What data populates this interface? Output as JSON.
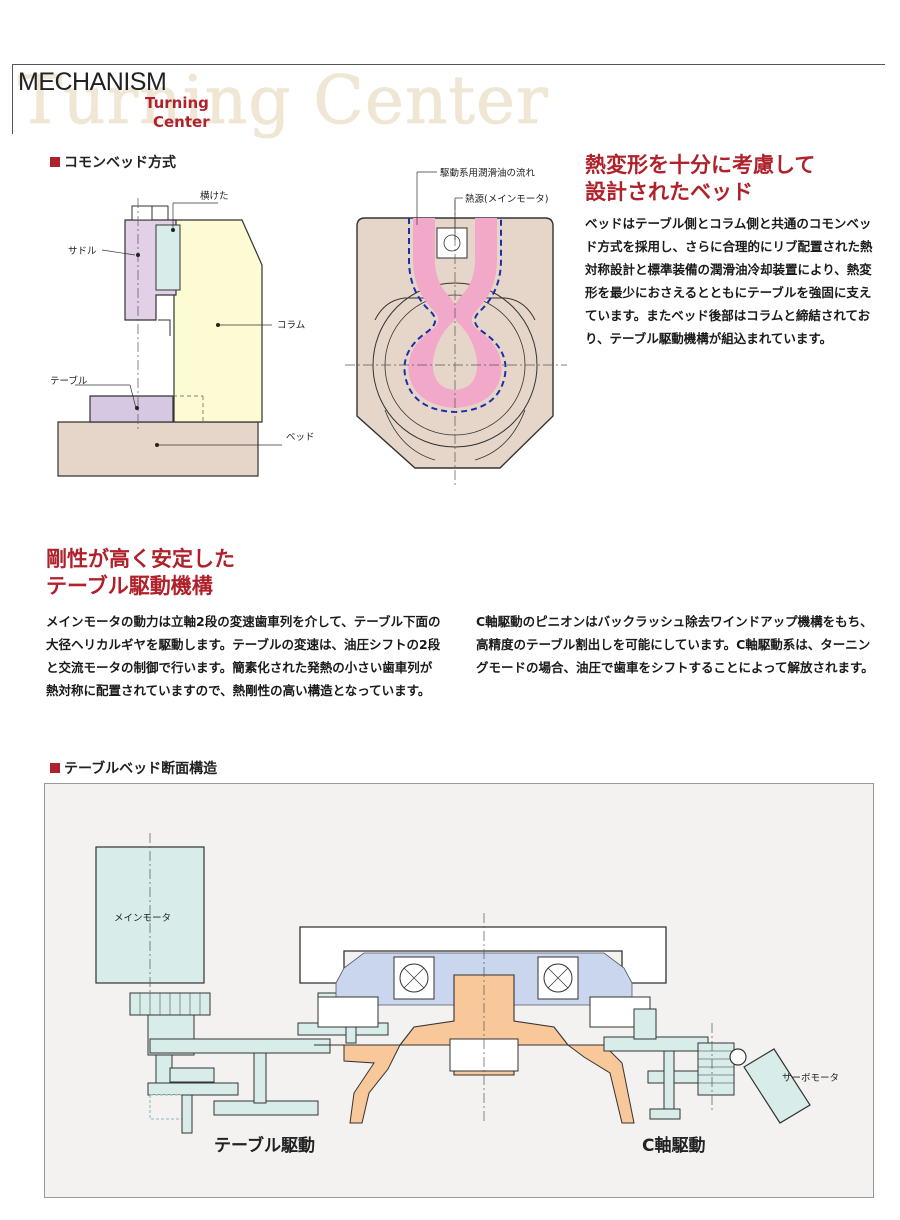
{
  "header": {
    "ghost_title": "Turning Center",
    "mechanism": "MECHANISM",
    "turning": "Turning",
    "center": "Center"
  },
  "section1": {
    "heading": "コモンベッド方式",
    "labels": {
      "beam": "横けた",
      "saddle": "サドル",
      "column": "コラム",
      "table": "テーブル",
      "bed": "ベッド"
    },
    "bed_labels": {
      "oil_flow": "駆動系用潤滑油の流れ",
      "heat_source": "熱源(メインモータ)"
    },
    "title_lines": [
      "熱変形を十分に考慮して",
      "設計されたベッド"
    ],
    "body": "ベッドはテーブル側とコラム側と共通のコモンベッド方式を採用し、さらに合理的にリブ配置された熱対称設計と標準装備の潤滑油冷却装置により、熱変形を最少におさえるとともにテーブルを強固に支えています。またベッド後部はコラムと締結されており、テーブル駆動機構が組込まれています。"
  },
  "section2": {
    "title_lines": [
      "剛性が高く安定した",
      "テーブル駆動機構"
    ],
    "col1": "メインモータの動力は立軸2段の変速歯車列を介して、テーブル下面の大径ヘリカルギヤを駆動します。テーブルの変速は、油圧シフトの2段と交流モータの制御で行います。簡素化された発熱の小さい歯車列が熱対称に配置されていますので、熱剛性の高い構造となっています。",
    "col2": "C軸駆動のピニオンはバックラッシュ除去ワインドアップ機構をもち、高精度のテーブル割出しを可能にしています。C軸駆動系は、ターニングモードの場合、油圧で歯車をシフトすることによって解放されます。"
  },
  "section3": {
    "heading": "テーブルベッド断面構造",
    "main_motor": "メインモータ",
    "servo_motor": "サーボモータ",
    "table_drive": "テーブル駆動",
    "c_axis_drive": "C軸駆動"
  },
  "colors": {
    "accent_red": "#b0222b",
    "bed_brown": "#e6d6c9",
    "column_yellow": "#fdfbd3",
    "saddle_purple": "#e1d0e6",
    "table_purple": "#d6c8e3",
    "oil_pink": "#f2a8c8",
    "gear_teal": "#d8ecea",
    "bronze": "#f8c89a",
    "bearing_blue": "#c9d6ee",
    "panel_gray": "#f3f2f1"
  }
}
